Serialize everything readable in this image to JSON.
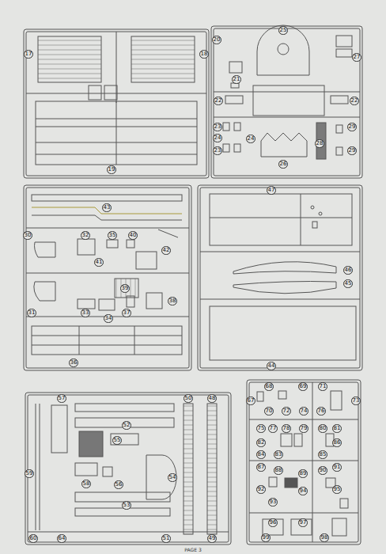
{
  "diagram": {
    "labels": [
      "17",
      "18",
      "19",
      "20",
      "25",
      "27",
      "21",
      "22",
      "22",
      "23",
      "24",
      "24",
      "23",
      "28",
      "29",
      "29",
      "26",
      "43",
      "30",
      "32",
      "35",
      "40",
      "42",
      "41",
      "39",
      "31",
      "33",
      "34",
      "37",
      "38",
      "36",
      "47",
      "46",
      "45",
      "44",
      "57",
      "50",
      "48",
      "52",
      "55",
      "59",
      "58",
      "56",
      "54",
      "53",
      "60",
      "64",
      "51",
      "49",
      "68",
      "69",
      "71",
      "67",
      "70",
      "72",
      "74",
      "76",
      "73",
      "75",
      "77",
      "78",
      "79",
      "80",
      "81",
      "82",
      "83",
      "84",
      "85",
      "86",
      "87",
      "88",
      "89",
      "90",
      "91",
      "92",
      "93",
      "94",
      "95",
      "96",
      "97",
      "98",
      "99",
      "PAGE 3"
    ]
  }
}
